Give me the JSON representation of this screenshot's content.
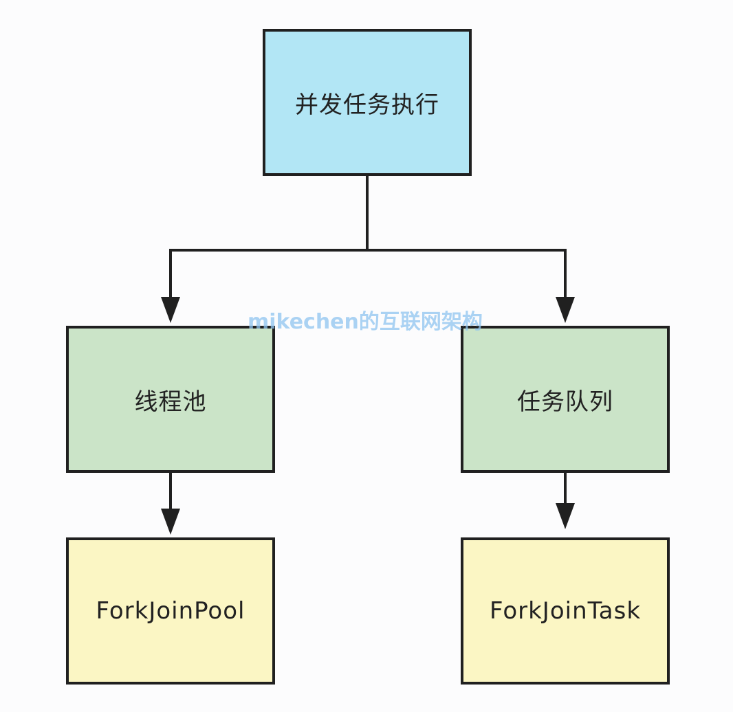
{
  "diagram": {
    "root": {
      "label": "并发任务执行",
      "color": "#b2e6f5"
    },
    "left_branch": {
      "mid": {
        "label": "线程池",
        "color": "#cbe4c8"
      },
      "leaf": {
        "label": "ForkJoinPool",
        "color": "#fbf6c4"
      }
    },
    "right_branch": {
      "mid": {
        "label": "任务队列",
        "color": "#cbe4c8"
      },
      "leaf": {
        "label": "ForkJoinTask",
        "color": "#fbf6c4"
      }
    },
    "line_color": "#202020"
  },
  "watermark": "mikechen的互联网架构"
}
